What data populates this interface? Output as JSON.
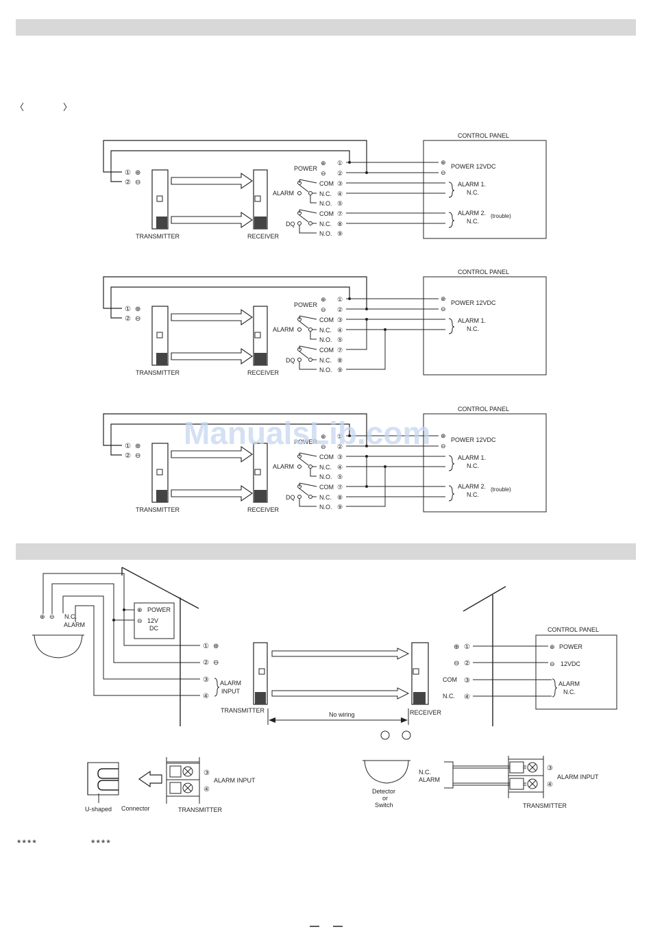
{
  "page": {
    "brackets": {
      "left": "〈",
      "right": "〉"
    },
    "stars_left": "****",
    "stars_right": "****",
    "watermark": "ManualsLib.com"
  },
  "wiring": {
    "control_panel": "CONTROL PANEL",
    "power_12vdc": "POWER  12VDC",
    "alarm1": "ALARM 1.",
    "alarm2": "ALARM 2.",
    "nc": "N.C.",
    "trouble": "(trouble)",
    "power": "POWER",
    "alarm": "ALARM",
    "dq": "DQ",
    "com": "COM",
    "no": "N.O.",
    "transmitter": "TRANSMITTER",
    "receiver": "RECEIVER",
    "t1": "①",
    "t2": "②",
    "t3": "③",
    "t4": "④",
    "t5": "⑤",
    "t7": "⑦",
    "t8": "⑧",
    "t9": "⑨",
    "plus": "⊕",
    "minus": "⊖"
  },
  "install": {
    "power": "POWER",
    "v12": "12V",
    "dc": "DC",
    "nc": "N.C.",
    "alarm": "ALARM",
    "alarm_input_1": "ALARM",
    "alarm_input_2": "INPUT",
    "transmitter": "TRANSMITTER",
    "receiver": "RECEIVER",
    "no_wiring": "No wiring",
    "control_panel": "CONTROL PANEL",
    "cp_power": "POWER",
    "cp_12vdc": "12VDC",
    "cp_alarm": "ALARM",
    "cp_nc": "N.C.",
    "com": "COM",
    "nc_label": "N.C."
  },
  "bottom": {
    "alarm_input": "ALARM INPUT",
    "u_shaped": "U-shaped",
    "connector": "Connector",
    "transmitter": "TRANSMITTER",
    "detector": "Detector",
    "or": "or",
    "switch": "Switch",
    "nc": "N.C.",
    "alarm": "ALARM"
  }
}
